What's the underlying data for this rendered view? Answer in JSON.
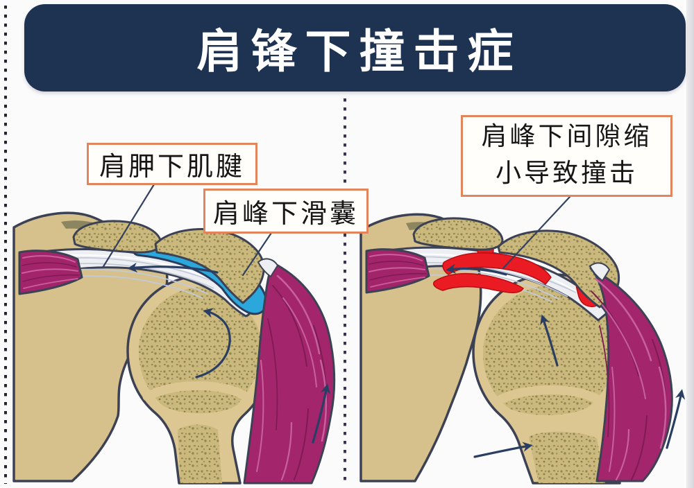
{
  "title": "肩锋下撞击症",
  "labels": {
    "tendon": "肩胛下肌腱",
    "bursa": "肩峰下滑囊",
    "impingement": {
      "line1": "肩峰下间隙缩",
      "line2": "小导致撞击"
    }
  },
  "colors": {
    "banner_bg": "#1e3252",
    "banner_text": "#ffffff",
    "label_border": "#e2845c",
    "label_text": "#161616",
    "bone_tan": "#d6c08c",
    "bone_speckle": "#8f8752",
    "bursa_blue": "#2ca7dc",
    "inflamed_red": "#ea1b22",
    "muscle_magenta": "#a3266c",
    "tendon_white": "#edeff3",
    "outline_slate": "#3c4254",
    "arrow_navy": "#2a3e63"
  }
}
